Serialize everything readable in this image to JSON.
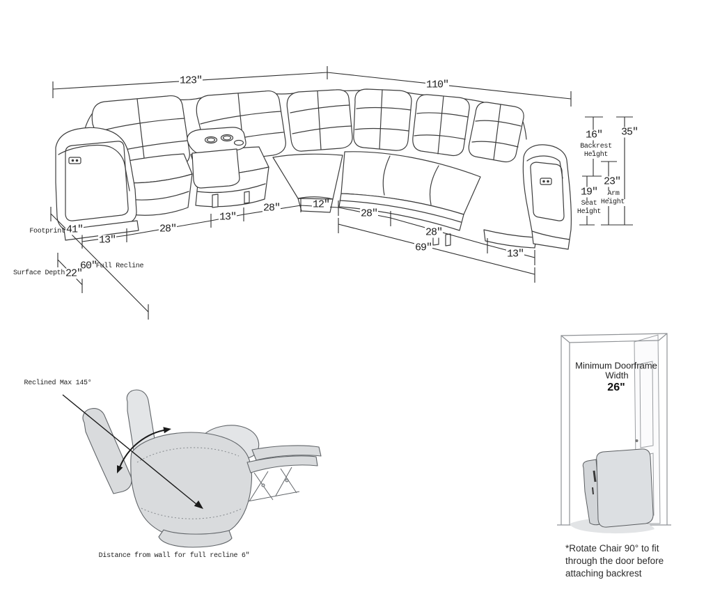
{
  "sofa_dims": {
    "top_left_width": "123\"",
    "top_right_width": "110\"",
    "backrest_height_value": "16\"",
    "backrest_height_word1": "Backrest",
    "backrest_height_word2": "Height",
    "overall_height": "35\"",
    "seat_height_value": "19\"",
    "seat_height_word1": "Seat",
    "seat_height_word2": "Height",
    "arm_height_value": "23\"",
    "arm_height_word1": "Arm",
    "arm_height_word2": "Height",
    "footprint_label": "Footprint",
    "footprint_value": "41\"",
    "surface_depth_label": "Surface Depth",
    "surface_depth_value": "22\"",
    "full_recline_value": "60\"",
    "full_recline_label": "Full Recline",
    "seg_13_a": "13\"",
    "seg_28_a": "28\"",
    "seg_13_b": "13\"",
    "seg_28_b": "28\"",
    "seg_12": "12\"",
    "seg_28_c": "28\"",
    "seg_28_d": "28\"",
    "seg_69": "69\"",
    "seg_13_c": "13\""
  },
  "recliner": {
    "max_recline_label": "Reclined Max 145°",
    "wall_distance_label": "Distance from wall for full recline 6\""
  },
  "door": {
    "min_width_line1": "Minimum Doorframe",
    "min_width_line2": "Width",
    "min_width_value": "26\"",
    "note_line1": "*Rotate Chair 90° to fit",
    "note_line2": "through the door before",
    "note_line3": "attaching backrest"
  }
}
